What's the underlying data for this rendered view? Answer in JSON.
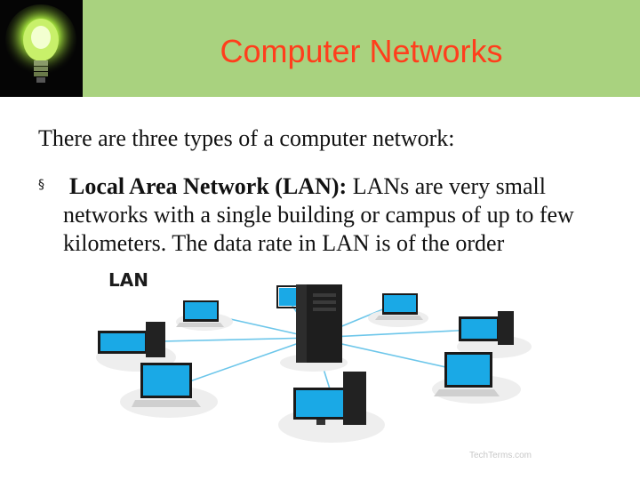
{
  "slide": {
    "title": "Computer Networks",
    "intro": "There are three types of a computer network:",
    "bullet": {
      "marker": "§",
      "heading": "Local Area Network (LAN):",
      "text": " LANs are very small networks with a single building or campus of up to few kilometers. The data rate in LAN is of the order"
    }
  },
  "diagram": {
    "label": "LAN",
    "watermark": "TechTerms.com"
  },
  "colors": {
    "header_bg": "#a9d27f",
    "title": "#ff3e1c",
    "screen": "#1aa9e6",
    "cable": "#6cc6ea"
  }
}
